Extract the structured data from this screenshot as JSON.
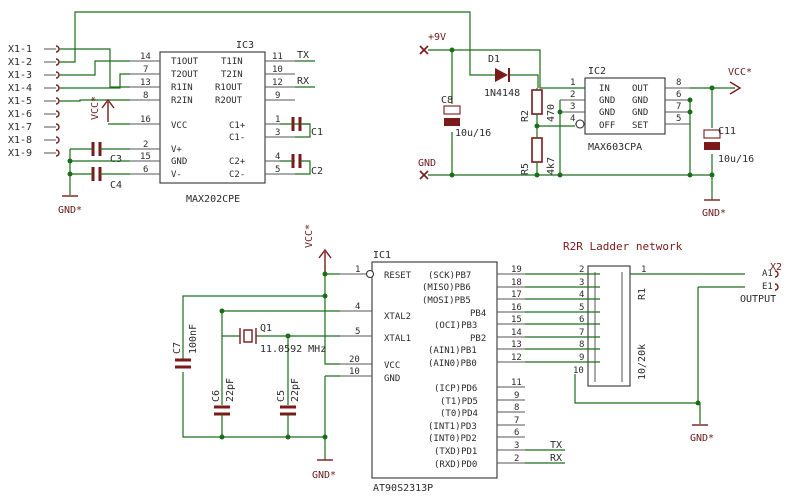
{
  "ic3": {
    "ref": "IC3",
    "part": "MAX202CPE",
    "left_pins": [
      {
        "num": "14",
        "name": "T1OUT"
      },
      {
        "num": "7",
        "name": "T2OUT"
      },
      {
        "num": "13",
        "name": "R1IN"
      },
      {
        "num": "8",
        "name": "R2IN"
      },
      {
        "num": "16",
        "name": "VCC"
      },
      {
        "num": "2",
        "name": "V+"
      },
      {
        "num": "15",
        "name": "GND"
      },
      {
        "num": "6",
        "name": "V-"
      }
    ],
    "right_pins": [
      {
        "num": "11",
        "name": "T1IN"
      },
      {
        "num": "10",
        "name": "T2IN"
      },
      {
        "num": "12",
        "name": "R1OUT"
      },
      {
        "num": "9",
        "name": "R2OUT"
      },
      {
        "num": "1",
        "name": "C1+"
      },
      {
        "num": "3",
        "name": "C1-"
      },
      {
        "num": "4",
        "name": "C2+"
      },
      {
        "num": "5",
        "name": "C2-"
      }
    ]
  },
  "connector_x1": [
    "X1-1",
    "X1-2",
    "X1-3",
    "X1-4",
    "X1-5",
    "X1-6",
    "X1-7",
    "X1-8",
    "X1-9"
  ],
  "ic3_nets": {
    "tx": "TX",
    "rx": "RX"
  },
  "caps_top": {
    "c1": "C1",
    "c2": "C2",
    "c3": "C3",
    "c4": "C4"
  },
  "power": {
    "vcc": "VCC*",
    "gnd": "GND*",
    "v9": "+9V",
    "gnd_plain": "GND"
  },
  "regulator": {
    "ref": "IC2",
    "part": "MAX603CPA",
    "left_pins": [
      {
        "num": "1",
        "name": "IN"
      },
      {
        "num": "2",
        "name": "GND"
      },
      {
        "num": "3",
        "name": "GND"
      },
      {
        "num": "4",
        "name": "OFF"
      }
    ],
    "right_pins": [
      {
        "num": "8",
        "name": "OUT"
      },
      {
        "num": "6",
        "name": "GND"
      },
      {
        "num": "7",
        "name": "GND"
      },
      {
        "num": "5",
        "name": "SET"
      }
    ]
  },
  "d1": {
    "ref": "D1",
    "part": "1N4148"
  },
  "c8": {
    "ref": "C8",
    "value": "10u/16"
  },
  "c11": {
    "ref": "C11",
    "value": "10u/16"
  },
  "r2": {
    "ref": "R2",
    "value": "470"
  },
  "r5": {
    "ref": "R5",
    "value": "4k7"
  },
  "ic1": {
    "ref": "IC1",
    "part": "AT90S2313P",
    "left_pins": [
      {
        "num": "1",
        "name": "RESET"
      },
      {
        "num": "4",
        "name": "XTAL2"
      },
      {
        "num": "5",
        "name": "XTAL1"
      },
      {
        "num": "20",
        "name": "VCC"
      },
      {
        "num": "10",
        "name": "GND"
      }
    ],
    "right_pins": [
      {
        "num": "19",
        "name": "(SCK)PB7"
      },
      {
        "num": "18",
        "name": "(MISO)PB6"
      },
      {
        "num": "17",
        "name": "(MOSI)PB5"
      },
      {
        "num": "16",
        "name": "PB4"
      },
      {
        "num": "15",
        "name": "(OCI)PB3"
      },
      {
        "num": "14",
        "name": "PB2"
      },
      {
        "num": "13",
        "name": "(AIN1)PB1"
      },
      {
        "num": "12",
        "name": "(AIN0)PB0"
      },
      {
        "num": "11",
        "name": "(ICP)PD6"
      },
      {
        "num": "9",
        "name": "(T1)PD5"
      },
      {
        "num": "8",
        "name": "(T0)PD4"
      },
      {
        "num": "7",
        "name": "(INT1)PD3"
      },
      {
        "num": "6",
        "name": "(INT0)PD2"
      },
      {
        "num": "3",
        "name": "(TXD)PD1"
      },
      {
        "num": "2",
        "name": "(RXD)PD0"
      }
    ]
  },
  "ic1_nets": {
    "tx": "TX",
    "rx": "RX"
  },
  "c7": {
    "ref": "C7",
    "value": "100nF"
  },
  "c6": {
    "ref": "C6",
    "value": "22pF"
  },
  "c5": {
    "ref": "C5",
    "value": "22pF"
  },
  "q1": {
    "ref": "Q1",
    "value": "11.0592 MHz"
  },
  "r1": {
    "ref": "R1",
    "value": "10/20k",
    "left_pins": [
      "2",
      "3",
      "4",
      "5",
      "6",
      "7",
      "8",
      "9",
      "10"
    ],
    "right_pin": "1"
  },
  "ladder_title": "R2R Ladder network",
  "x2": {
    "ref": "X2",
    "pin1": "A1",
    "pin2": "E1",
    "label": "OUTPUT"
  },
  "colors": {
    "wire": "#1a6e1a",
    "component": "#7a1a1a",
    "text": "#2a2a2a"
  }
}
